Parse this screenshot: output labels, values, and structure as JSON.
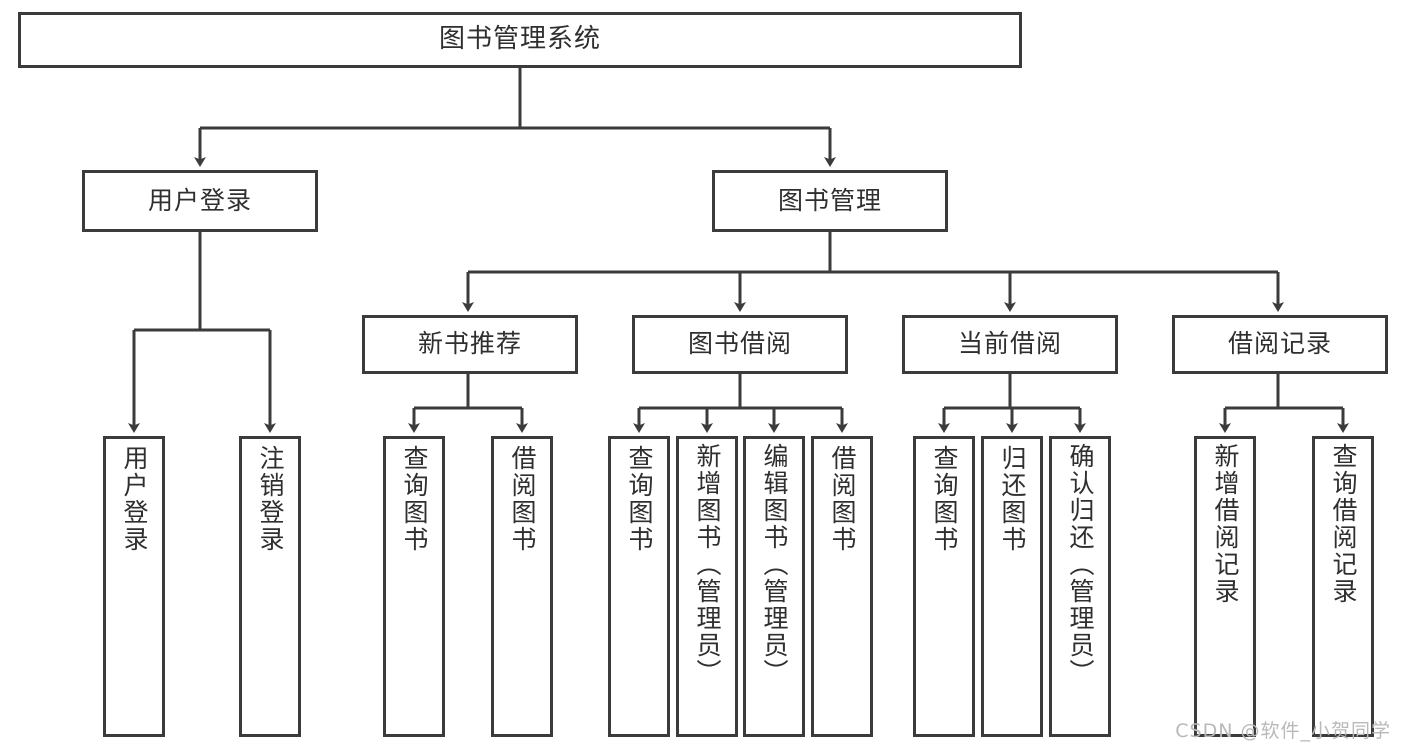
{
  "diagram": {
    "title": "图书管理系统",
    "type": "tree",
    "style": {
      "line_color": "#3b3b3b",
      "box_fill": "#ffffff",
      "text_color": "#2f2f2f",
      "watermark_color": "#b9b9b9"
    },
    "nodes": {
      "root": {
        "label": "图书管理系统"
      },
      "level1": [
        {
          "id": "user-login",
          "label": "用户登录"
        },
        {
          "id": "book-manage",
          "label": "图书管理"
        }
      ],
      "level2": [
        {
          "id": "new-book-recommend",
          "label": "新书推荐",
          "parent": "book-manage"
        },
        {
          "id": "book-borrow",
          "label": "图书借阅",
          "parent": "book-manage"
        },
        {
          "id": "current-borrow",
          "label": "当前借阅",
          "parent": "book-manage"
        },
        {
          "id": "borrow-record",
          "label": "借阅记录",
          "parent": "book-manage"
        }
      ],
      "leaves": [
        {
          "id": "leaf-user-login",
          "label": "用户登录",
          "parent": "user-login"
        },
        {
          "id": "leaf-user-logout",
          "label": "注销登录",
          "parent": "user-login"
        },
        {
          "id": "leaf-query-book-1",
          "label": "查询图书",
          "parent": "new-book-recommend"
        },
        {
          "id": "leaf-borrow-book-1",
          "label": "借阅图书",
          "parent": "new-book-recommend"
        },
        {
          "id": "leaf-query-book-2",
          "label": "查询图书",
          "parent": "book-borrow"
        },
        {
          "id": "leaf-add-book",
          "label": "新增图书（管理员）",
          "parent": "book-borrow"
        },
        {
          "id": "leaf-edit-book",
          "label": "编辑图书（管理员）",
          "parent": "book-borrow"
        },
        {
          "id": "leaf-borrow-book-2",
          "label": "借阅图书",
          "parent": "book-borrow"
        },
        {
          "id": "leaf-query-book-3",
          "label": "查询图书",
          "parent": "current-borrow"
        },
        {
          "id": "leaf-return-book",
          "label": "归还图书",
          "parent": "current-borrow"
        },
        {
          "id": "leaf-confirm-return",
          "label": "确认归还（管理员）",
          "parent": "current-borrow"
        },
        {
          "id": "leaf-add-record",
          "label": "新增借阅记录",
          "parent": "borrow-record"
        },
        {
          "id": "leaf-query-record",
          "label": "查询借阅记录",
          "parent": "borrow-record"
        }
      ]
    },
    "watermark": "CSDN @软件_小贺同学"
  }
}
